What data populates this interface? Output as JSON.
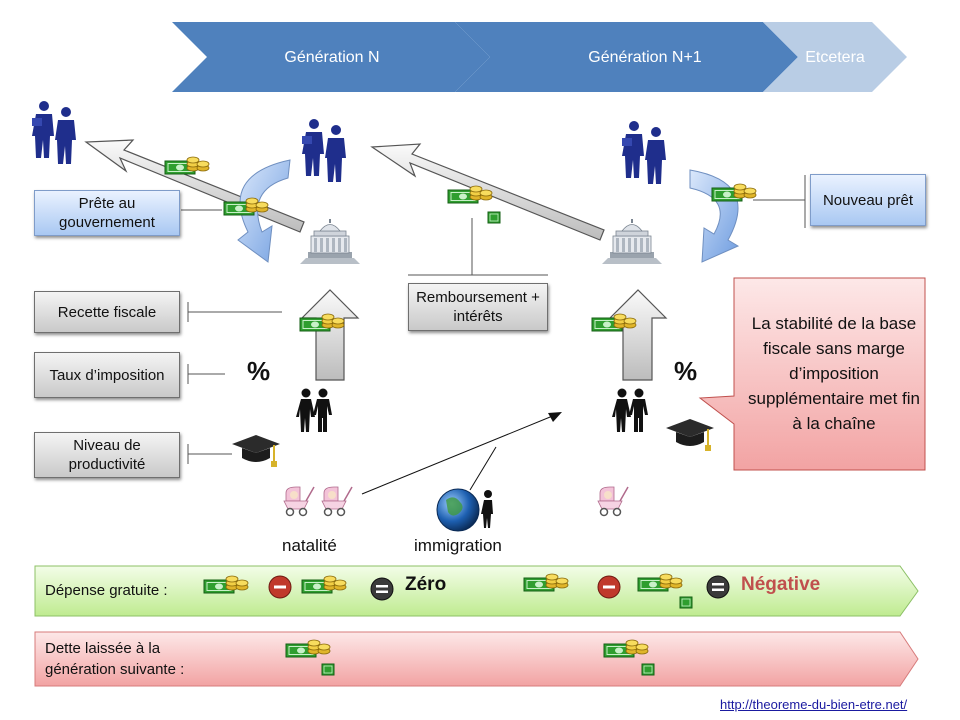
{
  "header": {
    "gen_n": "Génération N",
    "gen_n1": "Génération N+1",
    "etc": "Etcetera"
  },
  "boxes": {
    "prete": "Prête au gouvernement",
    "recette": "Recette fiscale",
    "taux": "Taux d’imposition",
    "productivite": "Niveau de productivité",
    "remboursement": "Remboursement + intérêts",
    "nouveau": "Nouveau prêt",
    "stabilite": "La stabilité de la base fiscale sans marge d’imposition supplémentaire met fin à la chaîne"
  },
  "symbols": {
    "pct": "%"
  },
  "labels": {
    "natalite": "natalité",
    "immigration": "immigration"
  },
  "band1": {
    "label": "Dépense gratuite :",
    "result1": "Zéro",
    "result2": "Négative"
  },
  "band2": {
    "label": "Dette laissée à la génération suivante :"
  },
  "url": "http://theoreme-du-bien-etre.net/",
  "colors": {
    "header_dark": "#4f81bd",
    "header_light": "#b9cde5",
    "negative": "#c0504d",
    "band_green": "#d7f5b8",
    "band_red": "#f7b8b8"
  },
  "icons": [
    "businessmen-icon",
    "bank-icon",
    "money-icon",
    "couple-icon",
    "graduation-cap-icon",
    "baby-stroller-icon",
    "globe-icon",
    "minus-icon",
    "equals-icon"
  ]
}
